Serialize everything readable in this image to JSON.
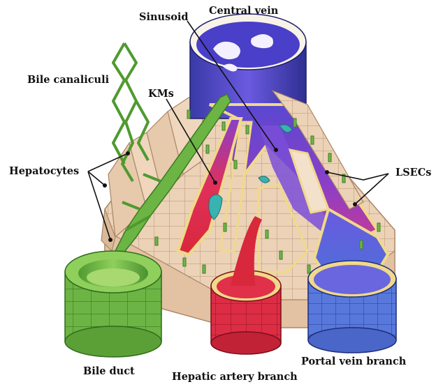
{
  "labels": {
    "central_vein": "Central vein",
    "sinusoid": "Sinusoid",
    "bile_canaliculi": "Bile canaliculi",
    "kms": "KMs",
    "hepatocytes": "Hepatocytes",
    "lsecs": "LSECs",
    "bile_duct": "Bile duct",
    "hepatic_artery_branch": "Hepatic artery branch",
    "portal_vein_branch": "Portal vein branch"
  },
  "colors": {
    "central_vein": "#5b4fd8",
    "sinusoid_blood": "#7a3fd0",
    "hepatocyte": "#ecd2b6",
    "hepatocyte_border": "#a98566",
    "bile": "#6fb64a",
    "bile_dark": "#3f7f27",
    "artery": "#dc2d45",
    "portal_vein": "#4f6fd8",
    "kupffer": "#37b3b0",
    "lsec": "#f5e39a"
  }
}
